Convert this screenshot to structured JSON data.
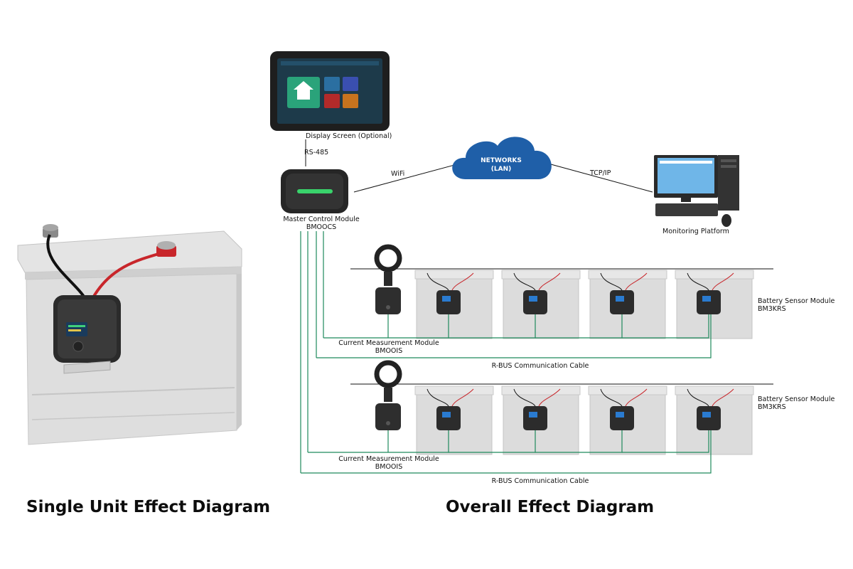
{
  "titles": {
    "single": "Single Unit Effect Diagram",
    "overall": "Overall Effect Diagram"
  },
  "display": {
    "caption": "Display Screen (Optional)",
    "connection": "RS-485"
  },
  "master": {
    "name": "Master Control Module",
    "model": "BMOOCS"
  },
  "network": {
    "cloud_line1": "NETWORKS",
    "cloud_line2": "(LAN)",
    "wifi": "WiFi",
    "tcpip": "TCP/IP"
  },
  "monitoring": {
    "label": "Monitoring Platform"
  },
  "rows": [
    {
      "current_module": "Current Measurement Module",
      "current_model": "BMOOIS",
      "sensor_module": "Battery Sensor Module",
      "sensor_model": "BM3KRS",
      "cable": "R-BUS Communication Cable"
    },
    {
      "current_module": "Current Measurement Module",
      "current_model": "BMOOIS",
      "sensor_module": "Battery Sensor Module",
      "sensor_model": "BM3KRS",
      "cable": "R-BUS Communication Cable"
    }
  ],
  "colors": {
    "cable_green": "#1f8a5c",
    "cloud_blue": "#1f5fa8",
    "battery_grey": "#d9d9d9",
    "positive_red": "#c8262b"
  }
}
